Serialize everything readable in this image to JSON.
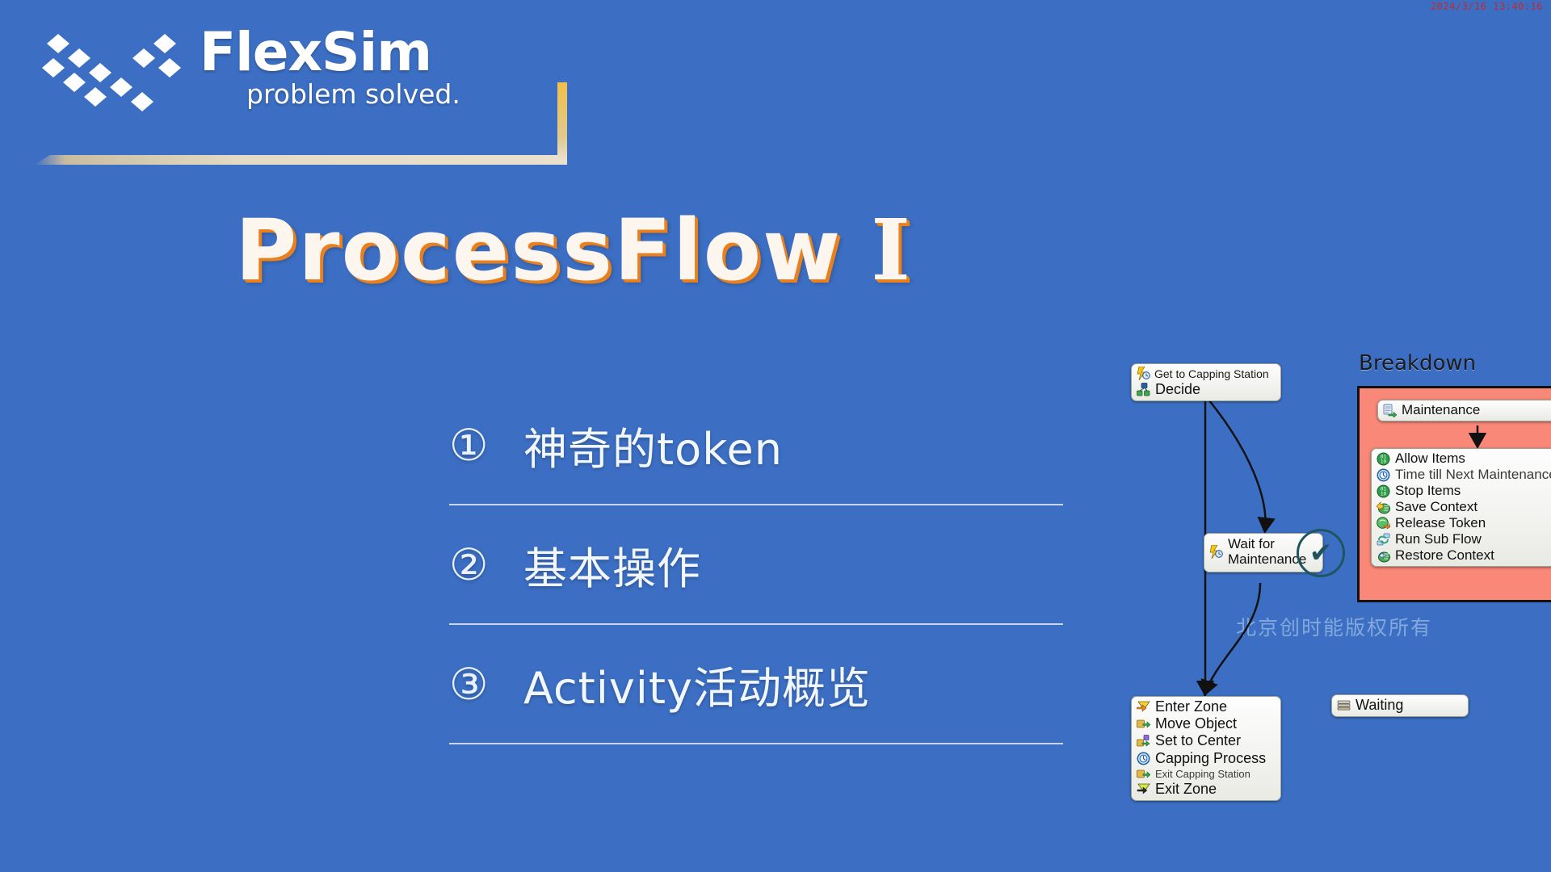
{
  "timestamp": "2024/3/16 13:40:16",
  "brand": {
    "name_flex": "Flex",
    "name_sim": "Sim",
    "tagline": "problem solved.",
    "logo_icon": "flexsim-x-logo-icon"
  },
  "slide": {
    "title": "ProcessFlow",
    "title_numeral": "I",
    "agenda": [
      {
        "number": "①",
        "label": "神奇的token"
      },
      {
        "number": "②",
        "label": "基本操作"
      },
      {
        "number": "③",
        "label": "Activity活动概览"
      }
    ],
    "watermark": "北京创时能版权所有"
  },
  "colors": {
    "background": "#3c6fc4",
    "title_fill": "#fdf6ee",
    "title_outline": "#e8801f",
    "accent_gold": "#f0c04a",
    "rule_beige": "#e9e1cd",
    "breakdown_panel": "#f98878",
    "timestamp_red": "#c62828",
    "badge_teal": "#1f5560"
  },
  "flow": {
    "decide_block": {
      "header": {
        "label": "Get to Capping Station",
        "icon": "lightning-clock-icon"
      },
      "activities": [
        {
          "label": "Decide",
          "icon": "decide-branch-icon"
        }
      ]
    },
    "wait_block": {
      "label_line1": "Wait for",
      "label_line2": "Maintenance",
      "icon": "lightning-clock-icon",
      "badge_glyph": "✔"
    },
    "capping_block": {
      "activities": [
        {
          "label": "Enter Zone",
          "icon": "enter-zone-icon"
        },
        {
          "label": "Move Object",
          "icon": "move-object-icon"
        },
        {
          "label": "Set to Center",
          "icon": "set-to-center-icon"
        },
        {
          "label": "Capping Process",
          "icon": "delay-clock-icon"
        },
        {
          "label": "Exit Capping Station",
          "icon": "exit-station-icon"
        },
        {
          "label": "Exit Zone",
          "icon": "exit-zone-icon"
        }
      ]
    },
    "waiting_block": {
      "activities": [
        {
          "label": "Waiting",
          "icon": "list-stack-icon"
        }
      ]
    },
    "breakdown": {
      "label": "Breakdown",
      "source_block": {
        "activities": [
          {
            "label": "Maintenance",
            "icon": "schedule-source-icon"
          }
        ]
      },
      "list_block": {
        "activities": [
          {
            "label": "Allow Items",
            "icon": "binary-green-icon",
            "small": false
          },
          {
            "label": "Time till Next Maintenance",
            "icon": "delay-clock-icon",
            "small": true
          },
          {
            "label": "Stop Items",
            "icon": "binary-green-icon",
            "small": false
          },
          {
            "label": "Save Context",
            "icon": "save-context-icon",
            "small": false
          },
          {
            "label": "Release Token",
            "icon": "release-token-icon",
            "small": false
          },
          {
            "label": "Run Sub Flow",
            "icon": "run-sub-flow-icon",
            "small": false
          },
          {
            "label": "Restore Context",
            "icon": "restore-context-icon",
            "small": false
          }
        ]
      }
    }
  }
}
